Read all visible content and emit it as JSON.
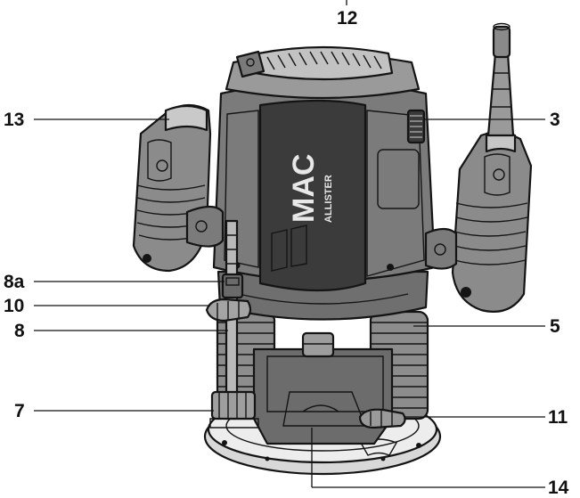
{
  "figure": {
    "brand_text_top": "MAC",
    "brand_text_bottom": "ALLISTER",
    "colors": {
      "body_dark": "#3a3a3a",
      "body_mid": "#7c7c7c",
      "body_light": "#a9a9a9",
      "grip_light": "#c6c6c6",
      "outline": "#141414",
      "base_plate": "#e6e6e6"
    }
  },
  "callouts": {
    "c12": "12",
    "c13": "13",
    "c3": "3",
    "c8a": "8a",
    "c10": "10",
    "c8": "8",
    "c5": "5",
    "c7": "7",
    "c11": "11",
    "c14": "14"
  }
}
